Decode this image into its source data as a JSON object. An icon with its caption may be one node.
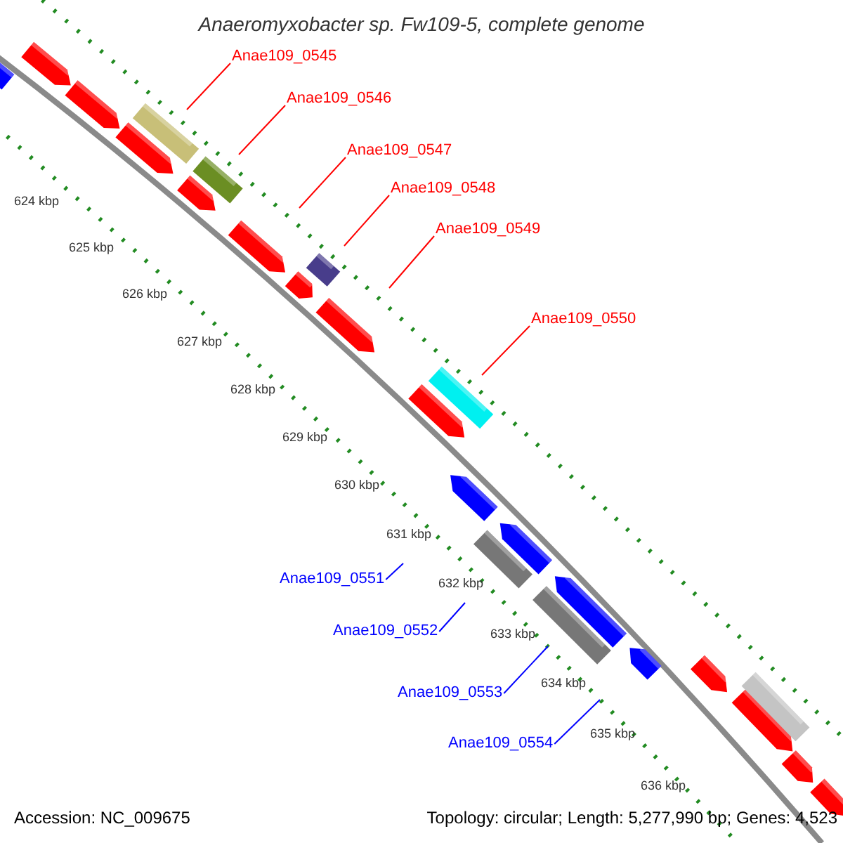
{
  "diagram": {
    "title": "Anaeromyxobacter sp. Fw109-5, complete genome",
    "nodes": [
      {
        "text": [
          "Anae109_0545"
        ]
      },
      {
        "text": [
          "Anae109_0546"
        ]
      },
      {
        "text": [
          "Anae109_0547"
        ]
      },
      {
        "text": [
          "Anae109_0548"
        ]
      },
      {
        "text": [
          "Anae109_0549"
        ]
      },
      {
        "text": [
          "Anae109_0550"
        ]
      },
      {
        "text": [
          "Anae109_0551"
        ]
      },
      {
        "text": [
          "Anae109_0552"
        ]
      },
      {
        "text": [
          "Anae109_0553"
        ]
      },
      {
        "text": [
          "Anae109_0554"
        ]
      }
    ],
    "edges": [
      {
        "from": 0,
        "to": null,
        "arrow": "none"
      },
      {
        "from": 1,
        "to": null,
        "arrow": "none"
      },
      {
        "from": 2,
        "to": null,
        "arrow": "none"
      },
      {
        "from": 3,
        "to": null,
        "arrow": "none"
      },
      {
        "from": 4,
        "to": null,
        "arrow": "none"
      },
      {
        "from": 5,
        "to": null,
        "arrow": "none"
      },
      {
        "from": 6,
        "to": null,
        "arrow": "none",
        "color": "#0000ff"
      },
      {
        "from": 7,
        "to": null,
        "arrow": "none",
        "color": "#0000ff"
      },
      {
        "from": 8,
        "to": null,
        "arrow": "none",
        "color": "#0000ff"
      },
      {
        "from": 9,
        "to": null,
        "arrow": "none",
        "color": "#0000ff"
      }
    ],
    "labels": [
      "624 kbp",
      "625 kbp",
      "626 kbp",
      "627 kbp",
      "628 kbp",
      "629 kbp",
      "630 kbp",
      "631 kbp",
      "632 kbp",
      "633 kbp",
      "634 kbp",
      "635 kbp",
      "636 kbp",
      "Accession: NC_009675",
      "Topology: circular; Length: 5,277,990 bp; Genes: 4,523"
    ]
  }
}
